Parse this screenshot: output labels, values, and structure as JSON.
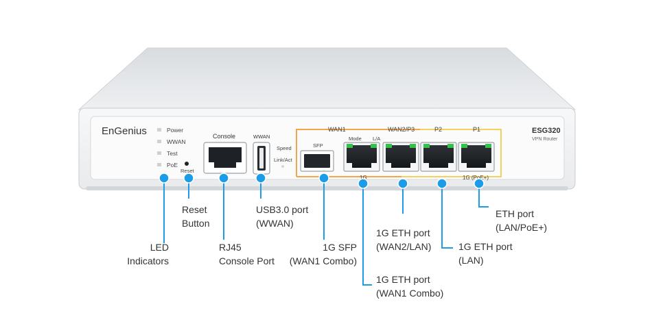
{
  "device": {
    "brand": "EnGenius",
    "model": "ESG320",
    "subtitle": "VPN Router",
    "led_labels": [
      "Power",
      "WWAN",
      "Test",
      "PoE"
    ],
    "reset_label": "Reset",
    "console_label": "Console",
    "wwan_label": "WWAN",
    "speed_label": "Speed",
    "linkact_label": "Link/Act",
    "sfp_label": "SFP",
    "wan1_label": "WAN1",
    "wan2_label": "WAN2/P3",
    "p2_label": "P2",
    "p1_label": "P1",
    "mode_label": "Mode",
    "la_label": "L/A",
    "speed_1g_label": "1G",
    "poe_label": "1G (PoE+)"
  },
  "colors": {
    "accent_blue": "#1b9be8",
    "wan_orange": "#f4a54a",
    "lan_yellow": "#f3d15c",
    "led_green": "#35c24a"
  },
  "callouts": {
    "led": [
      "LED",
      "Indicators"
    ],
    "reset": [
      "Reset",
      "Button"
    ],
    "console": [
      "RJ45",
      "Console Port"
    ],
    "usb": [
      "USB3.0 port",
      "(WWAN)"
    ],
    "sfp": [
      "1G SFP",
      "(WAN1 Combo)"
    ],
    "wan1": [
      "1G ETH port",
      "(WAN1 Combo)"
    ],
    "wan2": [
      "1G ETH port",
      "(WAN2/LAN)"
    ],
    "lan": [
      "1G ETH port",
      "(LAN)"
    ],
    "poe": [
      "ETH port",
      "(LAN/PoE+)"
    ]
  }
}
